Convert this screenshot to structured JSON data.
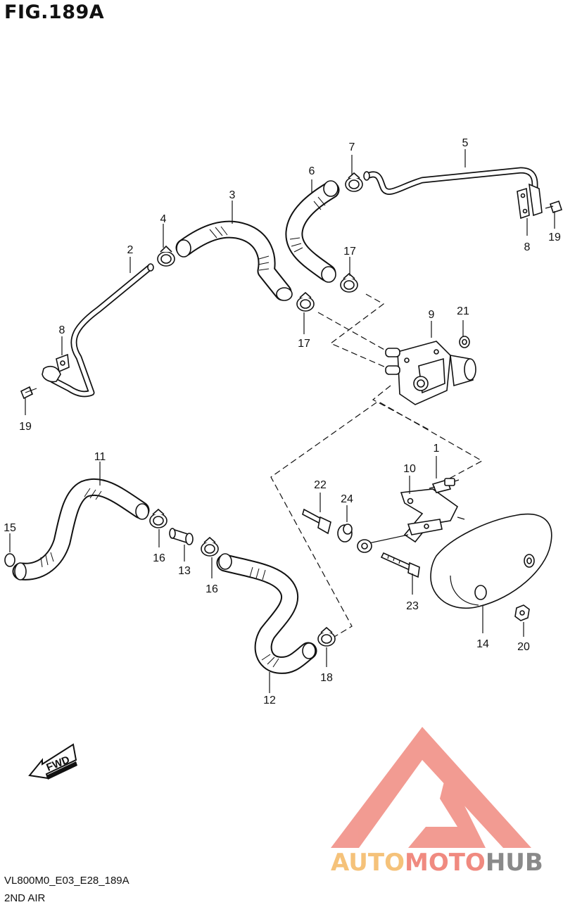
{
  "figure": {
    "title": "FIG.189A",
    "code": "VL800M0_E03_E28_189A",
    "description": "2ND AIR"
  },
  "fwd_label": "FWD",
  "callouts": {
    "c1": "1",
    "c2": "2",
    "c3": "3",
    "c4": "4",
    "c5": "5",
    "c6": "6",
    "c7": "7",
    "c8a": "8",
    "c8b": "8",
    "c9": "9",
    "c10": "10",
    "c11": "11",
    "c12": "12",
    "c13": "13",
    "c14": "14",
    "c15": "15",
    "c16a": "16",
    "c16b": "16",
    "c17a": "17",
    "c17b": "17",
    "c18": "18",
    "c19a": "19",
    "c19b": "19",
    "c20": "20",
    "c21": "21",
    "c22": "22",
    "c23": "23",
    "c24": "24"
  },
  "watermark": {
    "auto": "AUTO",
    "moto": "MOTO",
    "hub": "HUB",
    "color_primary": "#f08a80",
    "color_secondary": "#f5c27a",
    "color_hub": "#8a8a8a"
  }
}
